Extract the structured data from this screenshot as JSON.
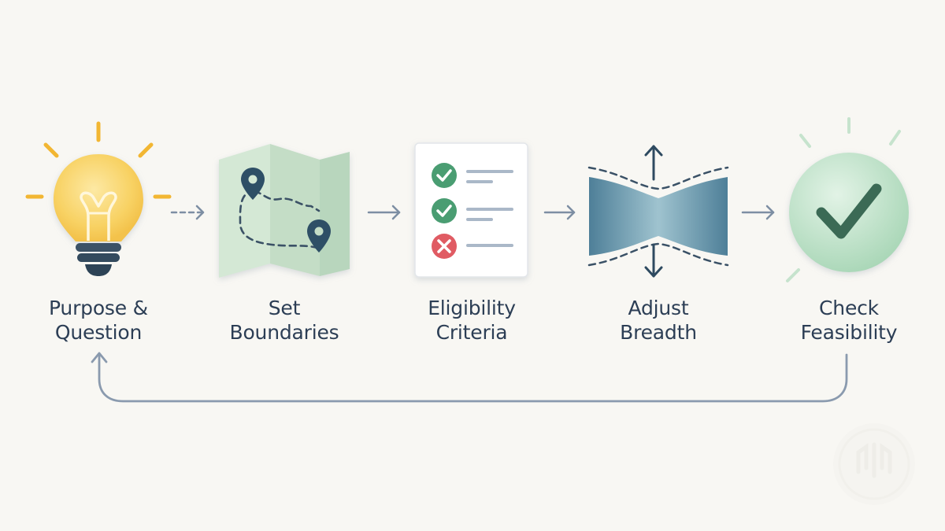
{
  "steps": [
    {
      "line1": "Purpose &",
      "line2": "Question",
      "icon": "lightbulb-icon"
    },
    {
      "line1": "Set",
      "line2": "Boundaries",
      "icon": "map-icon"
    },
    {
      "line1": "Eligibility",
      "line2": "Criteria",
      "icon": "checklist-icon"
    },
    {
      "line1": "Adjust",
      "line2": "Breadth",
      "icon": "narrowing-icon"
    },
    {
      "line1": "Check",
      "line2": "Feasibility",
      "icon": "check-circle-icon"
    }
  ],
  "colors": {
    "background": "#f8f7f3",
    "text": "#2c3e55",
    "arrow": "#7d8ea3",
    "bulb": "#f6c94a",
    "bulb_rays": "#f2b632",
    "map": "#cfe5d1",
    "pin": "#2e4f66",
    "check_green": "#4a9d72",
    "cross_red": "#e05b63",
    "funnel": "#5f8fa6",
    "feasibility_green": "#c5e6cf"
  }
}
